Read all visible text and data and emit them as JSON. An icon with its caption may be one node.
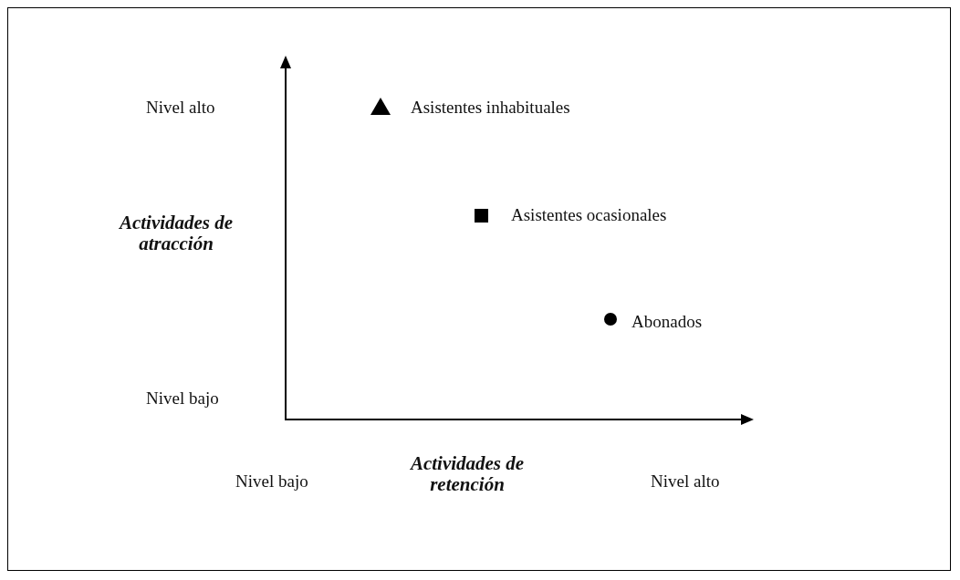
{
  "diagram": {
    "labels": [
      "Nivel alto",
      "Asistentes inhabituales",
      "Actividades de atracción",
      "Asistentes ocasionales",
      "Abonados",
      "Nivel bajo",
      "Nivel bajo",
      "Actividades de retención",
      "Nivel alto"
    ]
  }
}
